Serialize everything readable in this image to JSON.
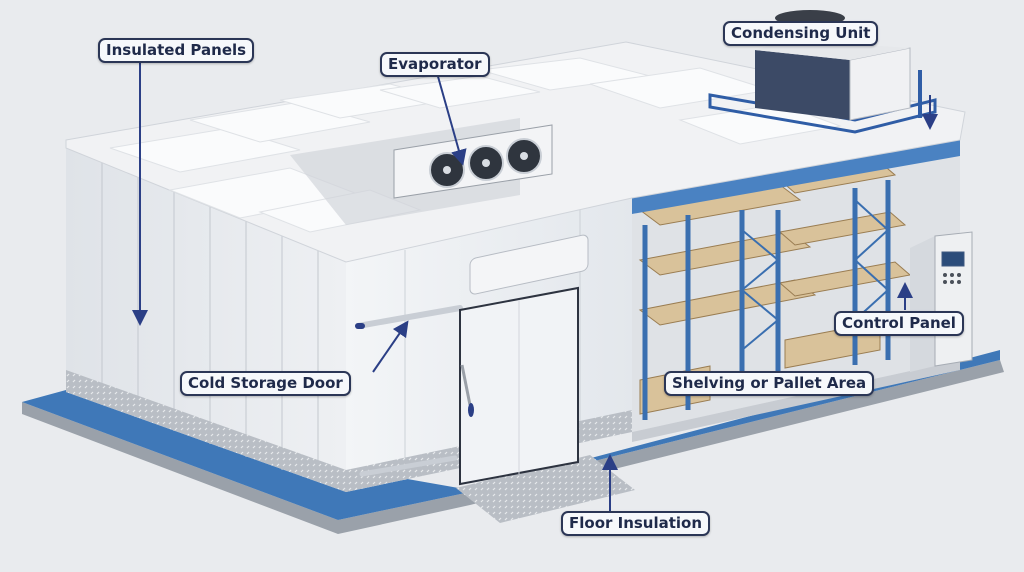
{
  "figure": {
    "subject": "Cold storage room cutaway",
    "colors": {
      "background": "#e9ebee",
      "floor_slab": "#3f78b8",
      "floor_edge": "#9aa1aa",
      "panel_wall": "#eef0f3",
      "panel_shade": "#d9dde3",
      "insulation": "#f7f8fa",
      "rack_blue": "#3a6fb0",
      "pallet_wood": "#d9c29a",
      "label_text": "#1f2a4a",
      "label_border": "#2b3656",
      "arrow": "#2b3f86"
    }
  },
  "callouts": [
    {
      "id": "insulated-panels",
      "label": "Insulated Panels",
      "points_to": "wall panels"
    },
    {
      "id": "evaporator",
      "label": "Evaporator",
      "points_to": "3-fan evaporator unit"
    },
    {
      "id": "condensing-unit",
      "label": "Condensing Unit",
      "points_to": "rooftop condenser"
    },
    {
      "id": "control-panel",
      "label": "Control Panel",
      "points_to": "electrical cabinet"
    },
    {
      "id": "shelving",
      "label": "Shelving or Pallet Area",
      "points_to": "pallet racks"
    },
    {
      "id": "cold-storage-door",
      "label": "Cold Storage Door",
      "points_to": "sliding door"
    },
    {
      "id": "floor-insulation",
      "label": "Floor Insulation",
      "points_to": "insulated floor slab"
    }
  ],
  "components": {
    "evaporator_fans": 3,
    "door_type": "sliding",
    "rack_levels": 4
  }
}
